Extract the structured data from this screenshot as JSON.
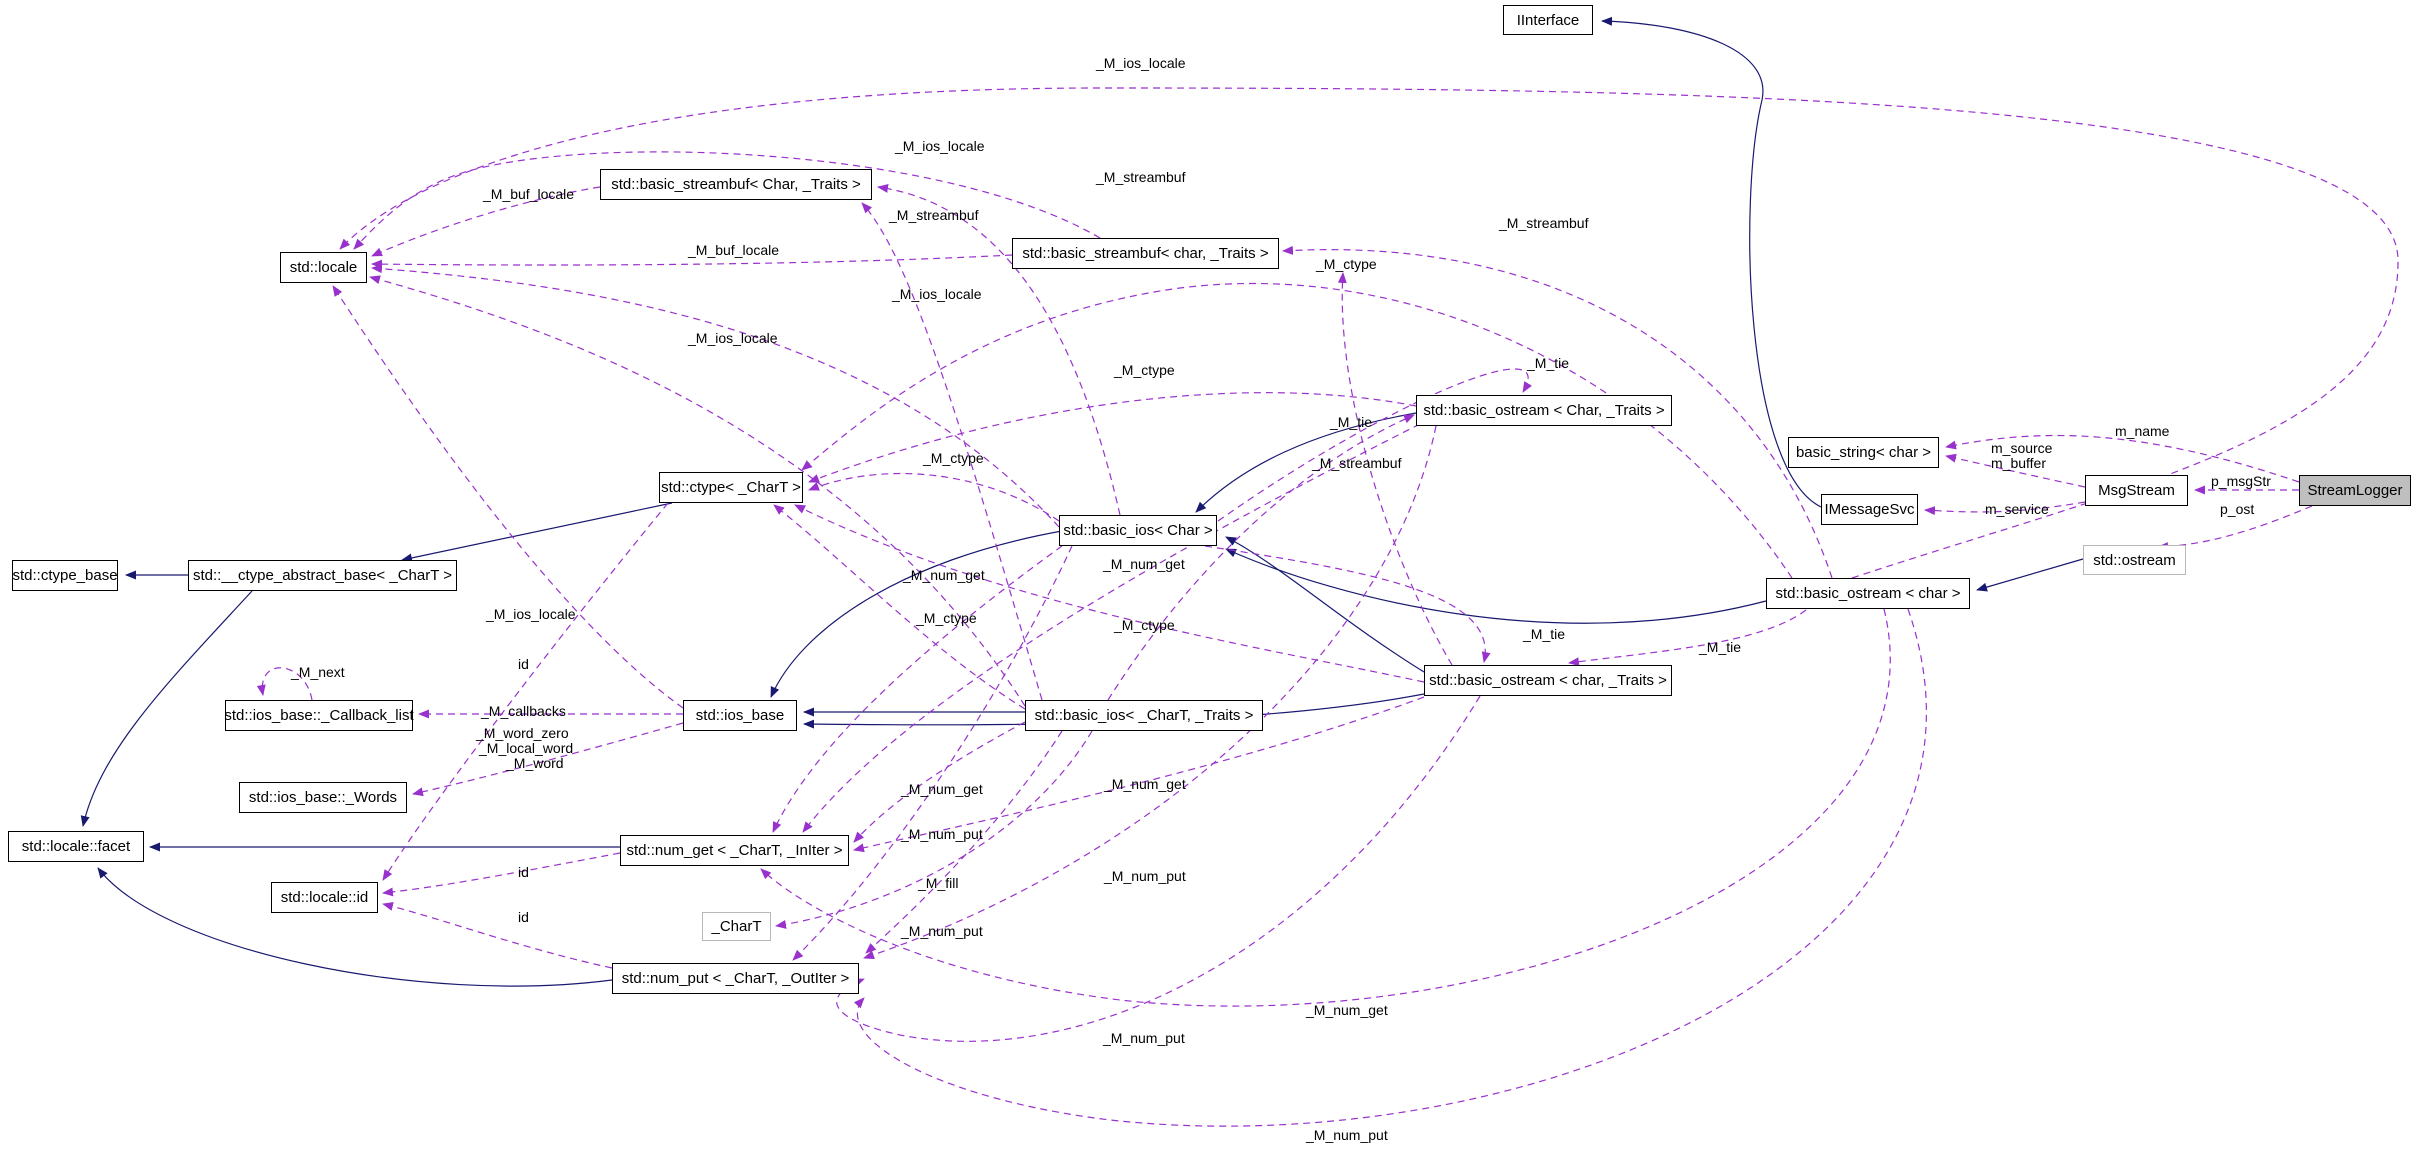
{
  "diagram": {
    "type": "collaboration-graph",
    "focus_node": "StreamLogger",
    "style": "doxygen"
  },
  "colors": {
    "member_edge": "#9932cc",
    "inheritance_edge": "#191970",
    "focus_node_bg": "#bfbfbf",
    "node_border": "#000000",
    "external_node_border": "#b9b9b9",
    "background": "#ffffff"
  },
  "nodes": [
    {
      "id": "iinterface",
      "label": "IInterface"
    },
    {
      "id": "locale",
      "label": "std::locale"
    },
    {
      "id": "streambuf-char-traits-uc",
      "label": "std::basic_streambuf< Char, _Traits >"
    },
    {
      "id": "streambuf-char-traits-lc",
      "label": "std::basic_streambuf< char, _Traits >"
    },
    {
      "id": "ostream-char-traits-uc",
      "label": "std::basic_ostream < Char, _Traits >"
    },
    {
      "id": "basic-string-char",
      "label": "basic_string< char >"
    },
    {
      "id": "msgstream",
      "label": "MsgStream"
    },
    {
      "id": "streamlogger",
      "label": "StreamLogger"
    },
    {
      "id": "imessagesvc",
      "label": "IMessageSvc"
    },
    {
      "id": "std-ostream",
      "label": "std::ostream"
    },
    {
      "id": "basic-ostream-char",
      "label": "std::basic_ostream < char >"
    },
    {
      "id": "ctype-chart",
      "label": "std::ctype< _CharT >"
    },
    {
      "id": "basic-ios-char-uc",
      "label": "std::basic_ios< Char >"
    },
    {
      "id": "ctype-base",
      "label": "std::ctype_base"
    },
    {
      "id": "ctype-abstract-base",
      "label": "std::__ctype_abstract_base< _CharT >"
    },
    {
      "id": "callback-list",
      "label": "std::ios_base::_Callback_list"
    },
    {
      "id": "ios-base",
      "label": "std::ios_base"
    },
    {
      "id": "basic-ios-chart-traits",
      "label": "std::basic_ios< _CharT, _Traits >"
    },
    {
      "id": "ostream-char-traits-lc",
      "label": "std::basic_ostream < char, _Traits >"
    },
    {
      "id": "words",
      "label": "std::ios_base::_Words"
    },
    {
      "id": "locale-facet",
      "label": "std::locale::facet"
    },
    {
      "id": "num-get",
      "label": "std::num_get < _CharT, _InIter >"
    },
    {
      "id": "locale-id",
      "label": "std::locale::id"
    },
    {
      "id": "chart",
      "label": "_CharT"
    },
    {
      "id": "num-put",
      "label": "std::num_put < _CharT, _OutIter >"
    }
  ],
  "edge_labels": [
    {
      "text": "_M_ios_locale"
    },
    {
      "text": "_M_ios_locale"
    },
    {
      "text": "_M_streambuf"
    },
    {
      "text": "_M_buf_locale"
    },
    {
      "text": "_M_streambuf"
    },
    {
      "text": "_M_streambuf"
    },
    {
      "text": "_M_buf_locale"
    },
    {
      "text": "_M_ctype"
    },
    {
      "text": "_M_ios_locale"
    },
    {
      "text": "_M_ios_locale"
    },
    {
      "text": "_M_ctype"
    },
    {
      "text": "_M_tie"
    },
    {
      "text": "_M_tie"
    },
    {
      "text": "m_name"
    },
    {
      "text": "m_source"
    },
    {
      "text": "m_buffer"
    },
    {
      "text": "p_msgStr"
    },
    {
      "text": "m_service"
    },
    {
      "text": "p_ost"
    },
    {
      "text": "_M_ctype"
    },
    {
      "text": "_M_streambuf"
    },
    {
      "text": "_M_num_get"
    },
    {
      "text": "_M_num_get"
    },
    {
      "text": "_M_ios_locale"
    },
    {
      "text": "_M_ctype"
    },
    {
      "text": "_M_ctype"
    },
    {
      "text": "_M_tie"
    },
    {
      "text": "_M_tie"
    },
    {
      "text": "id"
    },
    {
      "text": "_M_next"
    },
    {
      "text": "_M_callbacks"
    },
    {
      "text": "_M_word_zero"
    },
    {
      "text": "_M_local_word"
    },
    {
      "text": "_M_word"
    },
    {
      "text": "_M_num_get"
    },
    {
      "text": "_M_num_get"
    },
    {
      "text": "_M_num_put"
    },
    {
      "text": "_M_fill"
    },
    {
      "text": "_M_num_put"
    },
    {
      "text": "id"
    },
    {
      "text": "id"
    },
    {
      "text": "_M_num_put"
    },
    {
      "text": "_M_num_get"
    },
    {
      "text": "_M_num_put"
    },
    {
      "text": "_M_num_put"
    }
  ]
}
